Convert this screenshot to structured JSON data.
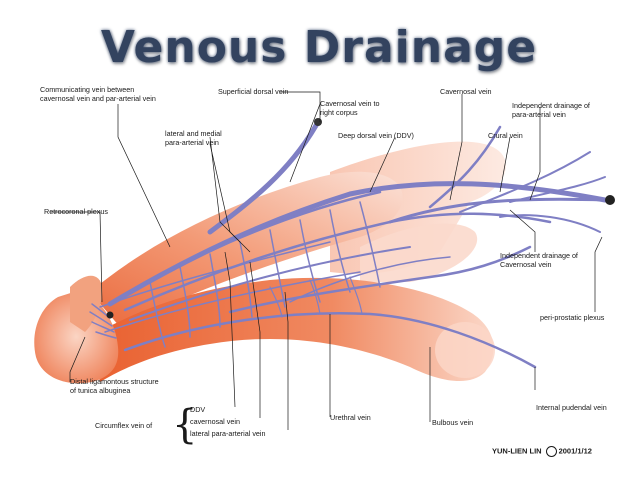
{
  "title": "Venous Drainage",
  "labels": {
    "communicating": "Communicating vein between\ncavernosal vein and par-arterial vein",
    "superficial_dorsal": "Superficial dorsal vein",
    "cavernosal_right": "Cavernosal vein to\nright corpus",
    "cavernosal": "Cavernosal vein",
    "independent_para": "Independent drainage of\npara-arterial vein",
    "lateral_medial": "lateral and medial\npara-arterial vein",
    "deep_dorsal": "Deep dorsal vein (DDV)",
    "crural": "Crural vein",
    "retrocoronal": "Retrocoronal plexus",
    "independent_cav": "Independent drainage of\nCavernosal vein",
    "periprostatic": "peri-prostatic plexus",
    "distal_lig": "Distal ligamontous structure\nof tunica albuginea",
    "circumflex": "Circumflex vein of",
    "ddv": "DDV",
    "cav_vein": "cavernosal vein",
    "lat_para": "lateral para-arterial vein",
    "urethral": "Urethral vein",
    "bulbous": "Bulbous vein",
    "internal_pudendal": "Internal pudendal vein"
  },
  "credit": {
    "author": "YUN-LIEN LIN",
    "date": "2001/1/12"
  },
  "colors": {
    "title": "#33435f",
    "vein": "#7f7fc4",
    "vein_dark": "#6b6bb5",
    "tissue_orange": "#ec6a3c",
    "tissue_pink": "#f7c9b8"
  }
}
